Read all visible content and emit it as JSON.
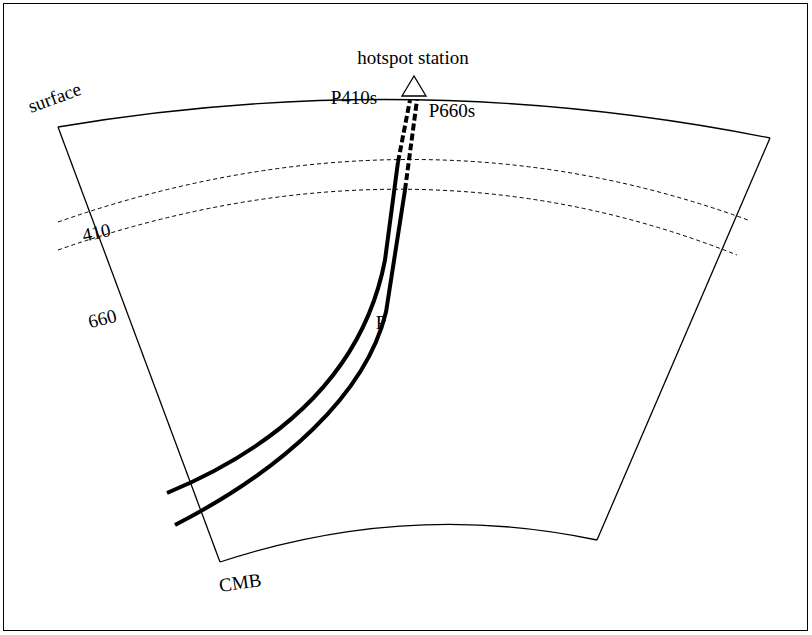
{
  "diagram": {
    "labels": [
      "hotspot station",
      "surface",
      "410",
      "660",
      "P410s",
      "P660s",
      "P",
      "CMB"
    ]
  }
}
